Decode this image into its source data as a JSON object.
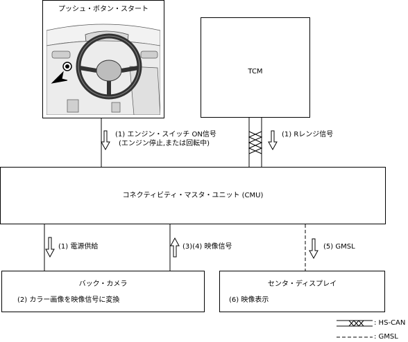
{
  "push_button_box": {
    "title": "プッシュ・ボタン・スタート"
  },
  "tcm_box": {
    "label": "TCM"
  },
  "cmu_box": {
    "label": "コネクティビティ・マスタ・ユニット (CMU)"
  },
  "camera_box": {
    "title": "バック・カメラ",
    "note": "(2) カラー画像を映像信号に変換"
  },
  "display_box": {
    "title": "センタ・ディスプレイ",
    "note": "(6) 映像表示"
  },
  "signals": {
    "engine_switch_line1": "(1) エンジン・スイッチ ON信号",
    "engine_switch_line2": "(エンジン停止,または回転中)",
    "r_range": "(1) Rレンジ信号",
    "power_supply": "(1) 電源供給",
    "video_signal": "(3)(4) 映像信号",
    "gmsl": "(5) GMSL"
  },
  "legend": {
    "hs_can": ": HS-CAN",
    "gmsl": ": GMSL"
  }
}
